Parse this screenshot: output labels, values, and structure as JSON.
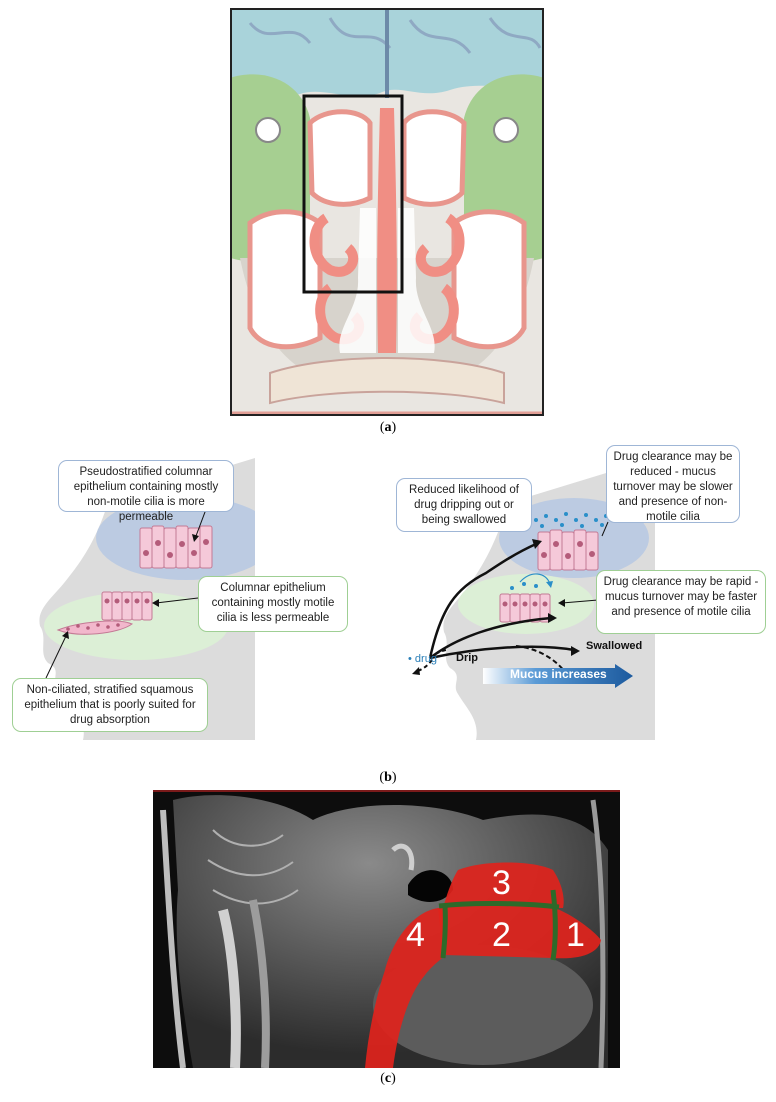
{
  "panel_a": {
    "caption": "a"
  },
  "panel_b": {
    "caption": "b",
    "left": {
      "callout_top": "Pseudostratified columnar epithelium containing mostly non-motile cilia is more permeable",
      "callout_mid": "Columnar epithelium containing mostly motile cilia is less permeable",
      "callout_bottom": "Non-ciliated, stratified squamous epithelium that is poorly suited for drug absorption"
    },
    "right": {
      "callout_reduced": "Reduced likelihood of drug dripping out or being swallowed",
      "callout_clearance_reduced": "Drug clearance may be reduced - mucus turnover may be slower and presence of non-motile cilia",
      "callout_clearance_rapid": "Drug clearance may be rapid - mucus turnover may be faster and presence of motile cilia",
      "label_drug": "drug",
      "label_drip": "Drip",
      "label_swallowed": "Swallowed",
      "label_mucus": "Mucus increases"
    }
  },
  "panel_c": {
    "caption": "c",
    "regions": [
      "1",
      "2",
      "3",
      "4"
    ]
  },
  "colors": {
    "tissue_pink": "#f4a9a0",
    "upper_region_blue": "#bccbe2",
    "lower_region_green": "#dcefd6",
    "region_red": "#e0231c",
    "region_border_green": "#2d6a2a"
  }
}
